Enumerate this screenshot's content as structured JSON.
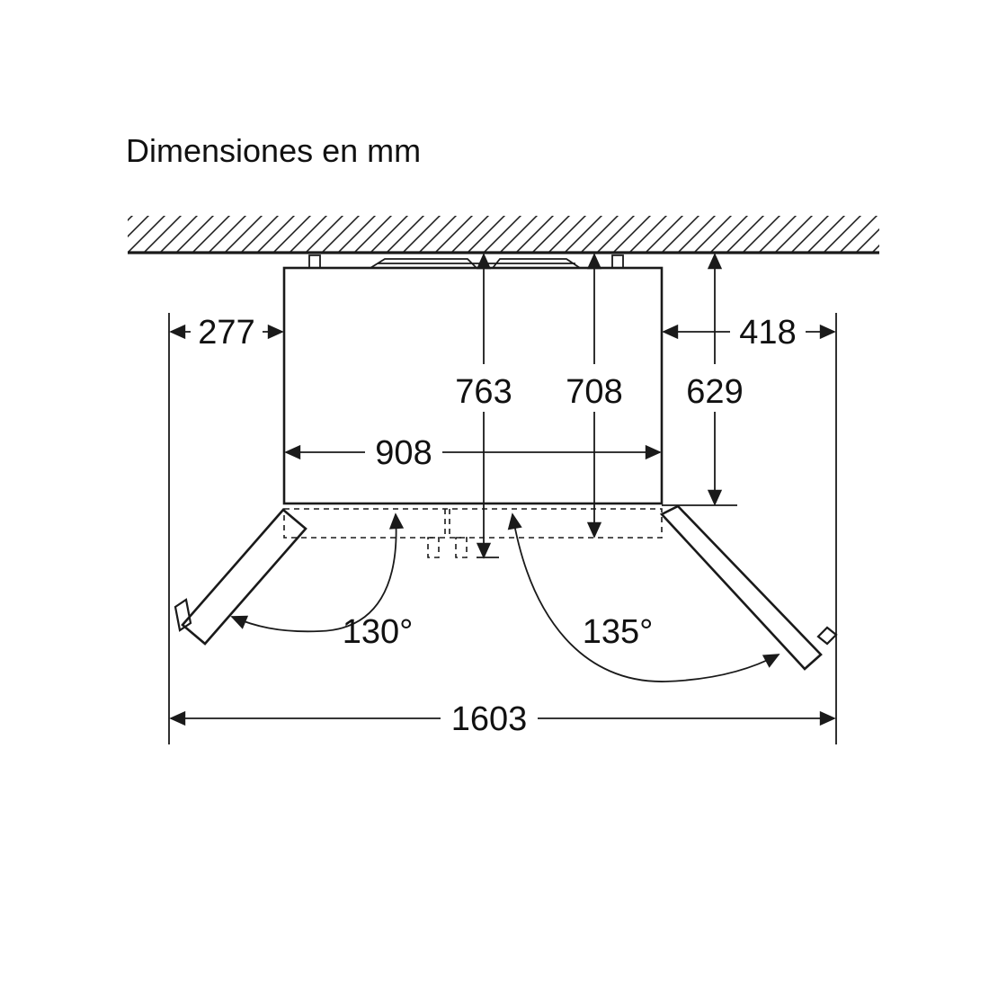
{
  "title": "Dimensiones en mm",
  "dimensions": {
    "left_clearance": "277",
    "right_clearance": "418",
    "depth_with_handles": "763",
    "depth_body": "708",
    "depth_cabinet": "629",
    "width": "908",
    "total_width_doors_open": "1603"
  },
  "angles": {
    "left_door": "130°",
    "right_door": "135°"
  }
}
